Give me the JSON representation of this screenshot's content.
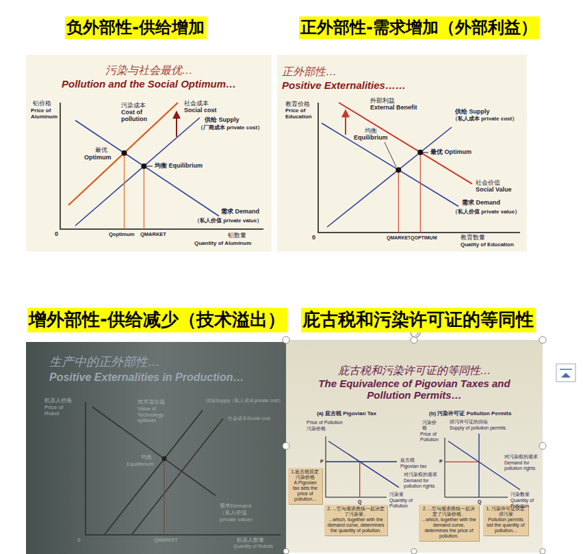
{
  "diagram": {
    "nodes": [
      {
        "text": [
          "负外部性-供给增加"
        ]
      },
      {
        "text": [
          "正外部性-需求增加（外部利益）"
        ]
      },
      {
        "text": [
          "污染与社会最优…",
          "Pollution and the Social Optimum…"
        ]
      },
      {
        "text": [
          "正外部性…",
          "Positive Externalities……"
        ]
      },
      {
        "text": [
          "增外部性-供给减少（技术溢出）"
        ]
      },
      {
        "text": [
          "庇古税和污染许可证的等同性"
        ]
      },
      {
        "text": [
          "生产中的正外部性…",
          "Positive Externalities in Production…"
        ]
      },
      {
        "text": [
          "庇古税和污染许可证的等同性…",
          "The Equivalence of Pigovian Taxes and Pollution Permits…"
        ]
      },
      {
        "text": [
          "1.庇古税设定污染价格",
          "A Pigovian tax sets the price of pollution..."
        ],
        "in": 7
      },
      {
        "text": [
          "2. ...它与需求曲线一起决定了污染量。",
          "...which, together with the demand curve, determines the quantity of pollution."
        ],
        "in": 7
      },
      {
        "text": [
          "2. ...它与需求曲线一起决定了污染价格。",
          "...which, together with the demand curve, determines the price of pollution."
        ],
        "in": 7
      },
      {
        "text": [
          "1. 污染许可证设定排污量",
          "Pollution permits set the quantity of pollution..."
        ],
        "in": 7
      }
    ],
    "labels": [
      "铝价格",
      "Price of Aluminum",
      "污染成本",
      "Cost of pollution",
      "社会成本",
      "Social cost",
      "供给 Supply",
      "（厂商成本 private cost）",
      "最优",
      "Optimum",
      "均衡 Equilibrium",
      "需求 Demand",
      "（私人价值 private value）",
      "0",
      "Qoptimum",
      "QMARKET",
      "铝数量",
      "Quantity of Aluminum",
      "教育价格",
      "Price of Education",
      "外部利益",
      "External Benefit",
      "供给 Supply",
      "（私人成本 private cost）",
      "最优 Optimum",
      "均衡",
      "Equilibrium",
      "社会价值",
      "Social Value",
      "需求 Demand",
      "（私人价值 private value）",
      "0",
      "QMARKET",
      "QOPTIMUM",
      "教育数量",
      "Quality of Education",
      "机器人价格",
      "Price of Robot",
      "技术溢出值",
      "Value of Technology spillover",
      "供给Supply（私人成本private cost）",
      "社会成本Social cost",
      "均衡",
      "Equilibrium",
      "需求Demand",
      "（私人价值",
      "private value）",
      "0",
      "QMARKET",
      "机器人数量",
      "Quantity of Robots",
      "(a) 庇古税 Pigovian Tax",
      "(b) 污染许可证 Pollution Permits",
      "Price of Pollution",
      "污染价格",
      "P",
      "庇古税",
      "Pigovian tax",
      "对污染权的需求",
      "Demand for pollution rights",
      "Q",
      "污染量",
      "Quantity of Pollution",
      "污染价格",
      "Price of Pollution",
      "排污许可证的供给",
      "Supply of pollution permits",
      "P",
      "对污染权的需求",
      "Demand for pollution rights",
      "Q",
      "污染数量",
      "Quantity of Pollution"
    ]
  }
}
